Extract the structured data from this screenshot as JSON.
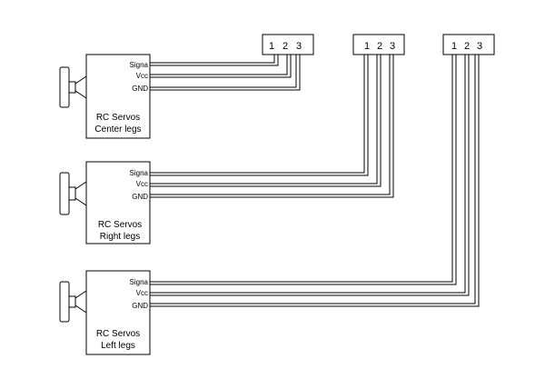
{
  "servos": [
    {
      "id": "center",
      "title_line1": "RC Servos",
      "title_line2": "Center legs",
      "pins": [
        "Signa",
        "Vcc",
        "GND"
      ]
    },
    {
      "id": "right",
      "title_line1": "RC Servos",
      "title_line2": "Right legs",
      "pins": [
        "Signa",
        "Vcc",
        "GND"
      ]
    },
    {
      "id": "left",
      "title_line1": "RC Servos",
      "title_line2": "Left legs",
      "pins": [
        "Signa",
        "Vcc",
        "GND"
      ]
    }
  ],
  "connectors": [
    {
      "numbers": [
        "1",
        "2",
        "3"
      ]
    },
    {
      "numbers": [
        "1",
        "2",
        "3"
      ]
    },
    {
      "numbers": [
        "1",
        "2",
        "3"
      ]
    }
  ]
}
